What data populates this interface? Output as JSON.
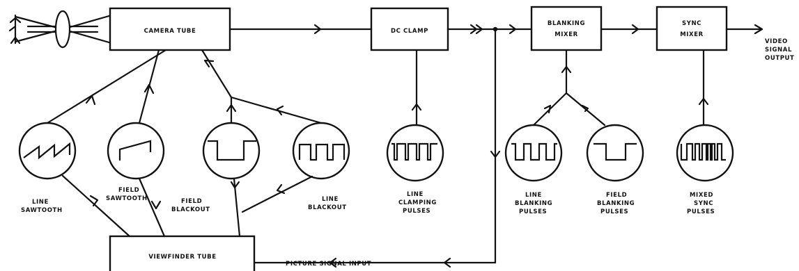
{
  "blocks": {
    "camera_tube": "CAMERA TUBE",
    "dc_clamp": "DC CLAMP",
    "blanking_mixer": [
      "BLANKING",
      "MIXER"
    ],
    "sync_mixer": [
      "SYNC",
      "MIXER"
    ],
    "viewfinder_tube": "VIEWFINDER TUBE"
  },
  "generators": {
    "line_sawtooth": [
      "LINE",
      "SAWTOOTH"
    ],
    "field_sawtooth": [
      "FIELD",
      "SAWTOOTH"
    ],
    "field_blackout": [
      "FIELD",
      "BLACKOUT"
    ],
    "line_blackout": [
      "LINE",
      "BLACKOUT"
    ],
    "line_clamping": [
      "LINE",
      "CLAMPING",
      "PULSES"
    ],
    "line_blanking": [
      "LINE",
      "BLANKING",
      "PULSES"
    ],
    "field_blanking": [
      "FIELD",
      "BLANKING",
      "PULSES"
    ],
    "mixed_sync": [
      "MIXED",
      "SYNC",
      "PULSES"
    ]
  },
  "signals": {
    "output": [
      "VIDEO",
      "SIGNAL",
      "OUTPUT"
    ],
    "picture_input": "PICTURE SIGNAL INPUT"
  }
}
